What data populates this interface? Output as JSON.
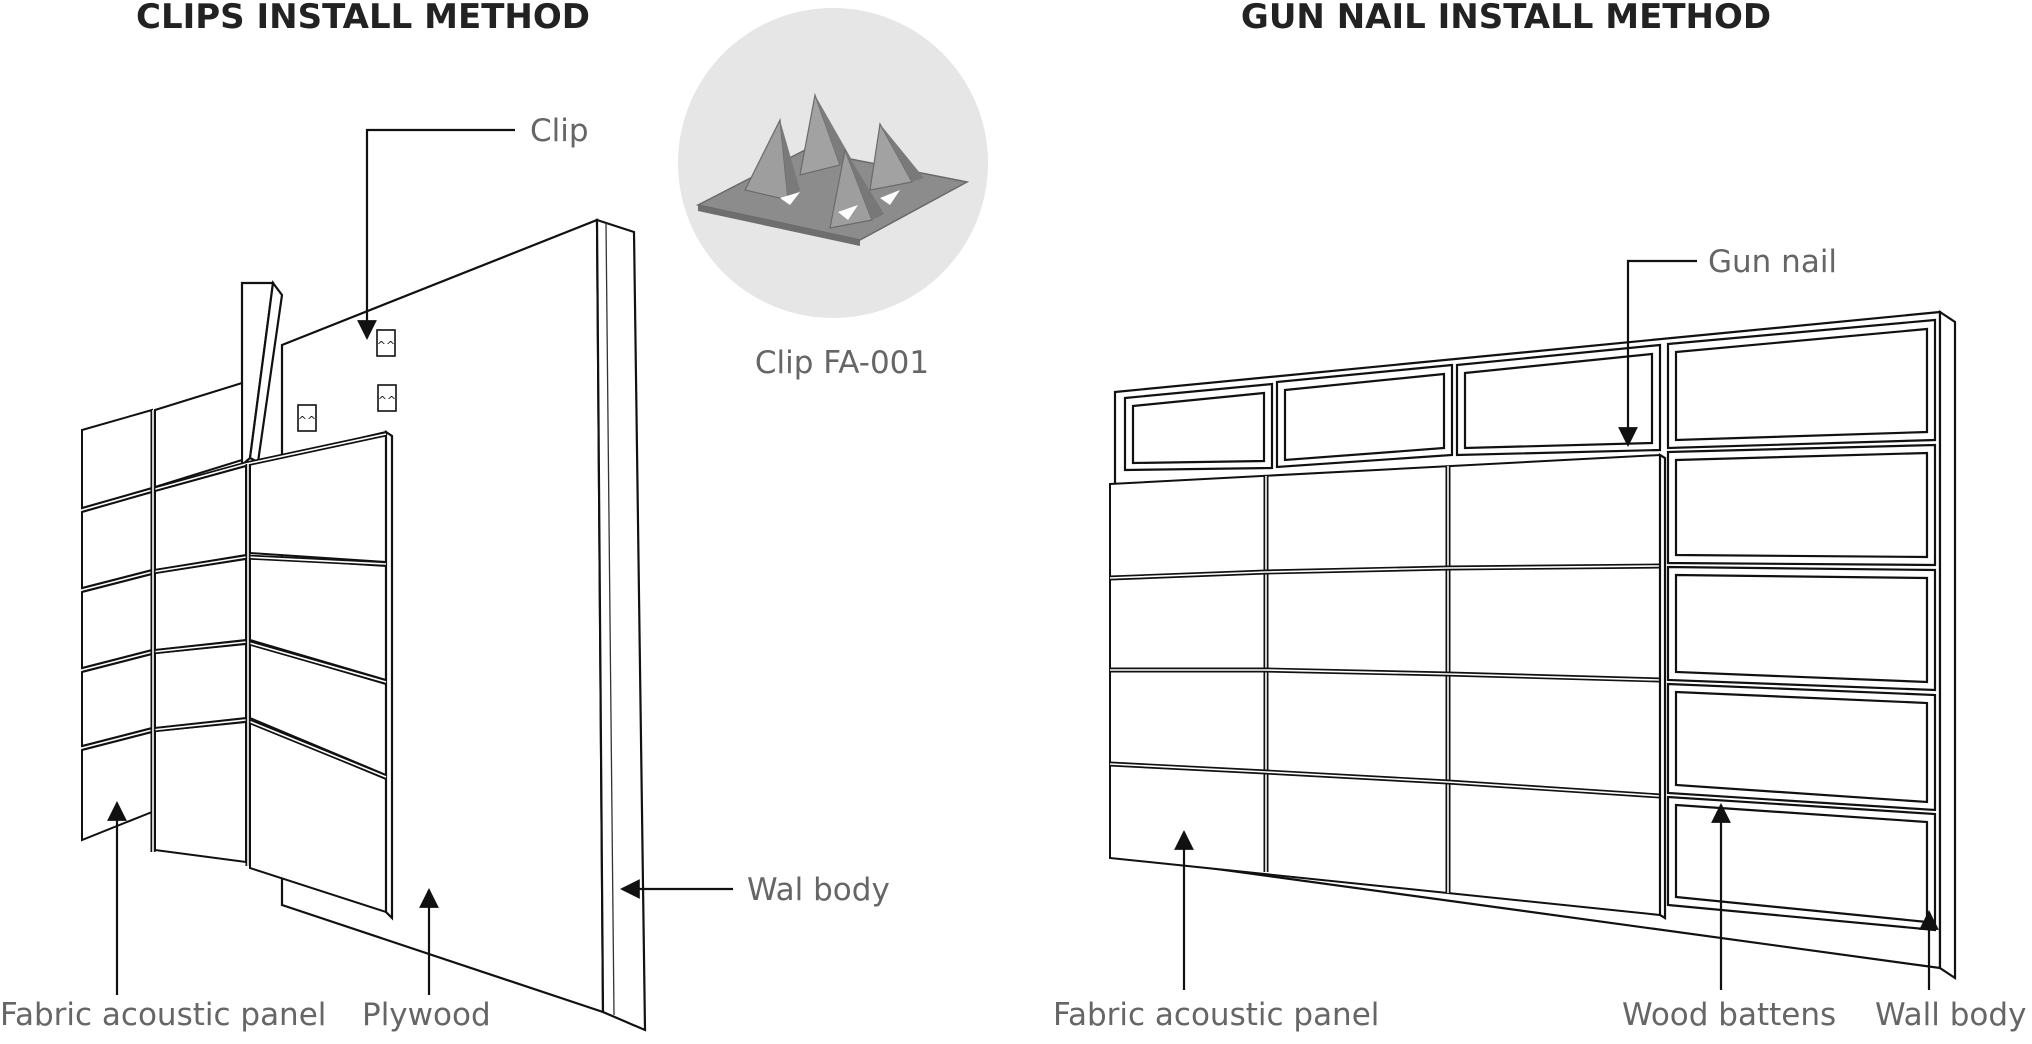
{
  "left": {
    "title": "CLIPS INSTALL METHOD",
    "labels": {
      "clip": "Clip",
      "wall_body": "Wal body",
      "fabric_panel": "Fabric acoustic panel",
      "plywood": "Plywood"
    }
  },
  "inset": {
    "caption": "Clip FA-001"
  },
  "right": {
    "title": "GUN NAIL INSTALL METHOD",
    "labels": {
      "gun_nail": "Gun nail",
      "fabric_panel": "Fabric acoustic panel",
      "wood_battens": "Wood battens",
      "wall_body": "Wall body"
    }
  },
  "colors": {
    "line": "#111111",
    "label_text": "#666666",
    "title_text": "#222222",
    "inset_circle": "#e6e6e6",
    "clip_metal": "#8a8a8a"
  }
}
